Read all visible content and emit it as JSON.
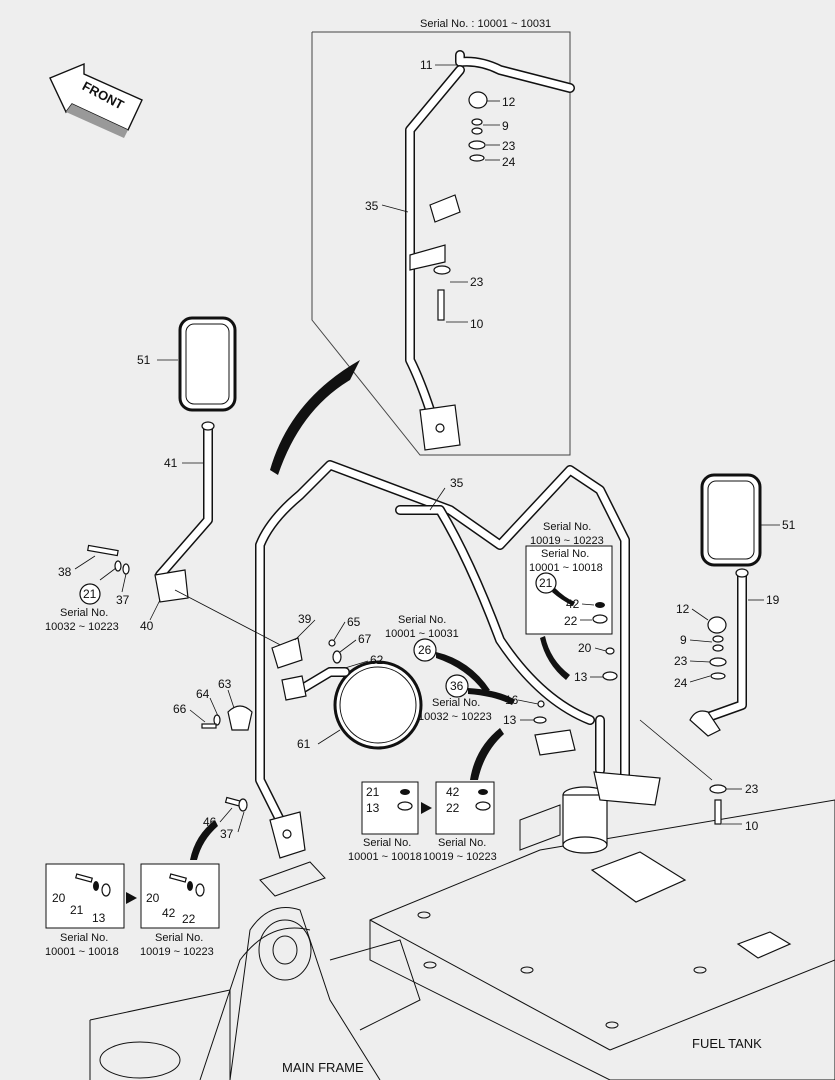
{
  "front_label": "FRONT",
  "inset": {
    "serial": "Serial No. : 10001 ~ 10031",
    "callouts": {
      "p11": "11",
      "p12": "12",
      "p9": "9",
      "p23a": "23",
      "p24": "24",
      "p35": "35",
      "p23b": "23",
      "p10": "10"
    }
  },
  "left": {
    "callouts": {
      "p51": "51",
      "p41": "41",
      "p38": "38",
      "p21": "21",
      "p37": "37",
      "p40": "40"
    },
    "serial_a": "Serial No.",
    "serial_b": "10032 ~ 10223"
  },
  "frame": {
    "callouts": {
      "p35": "35",
      "p39": "39",
      "p65": "65",
      "p67": "67",
      "p62": "62",
      "p64": "64",
      "p63": "63",
      "p66": "66",
      "p61": "61",
      "p46": "46",
      "p37": "37"
    }
  },
  "mid": {
    "serial_top_a": "Serial No.",
    "serial_top_b": "10001 ~ 10031",
    "c26": "26",
    "c36": "36",
    "p16": "16",
    "p13": "13",
    "serial_bot_a": "Serial No.",
    "serial_bot_b": "10032 ~ 10223"
  },
  "right_box": {
    "outer_a": "Serial No.",
    "outer_b": "10019 ~ 10223",
    "inner_a": "Serial No.",
    "inner_b": "10001 ~ 10018",
    "c21": "21",
    "p42": "42",
    "p22": "22"
  },
  "right": {
    "callouts": {
      "p51": "51",
      "p19": "19",
      "p12": "12",
      "p9": "9",
      "p23a": "23",
      "p24": "24",
      "p20": "20",
      "p13": "13",
      "p23b": "23",
      "p10": "10"
    }
  },
  "box_mid_left": {
    "p21": "21",
    "p13": "13",
    "serial_a": "Serial No.",
    "serial_b": "10001 ~ 10018"
  },
  "box_mid_right": {
    "p42": "42",
    "p22": "22",
    "serial_a": "Serial No.",
    "serial_b": "10019 ~ 10223"
  },
  "box_bot_left": {
    "p20": "20",
    "p21": "21",
    "p13": "13",
    "serial_a": "Serial No.",
    "serial_b": "10001 ~ 10018"
  },
  "box_bot_right": {
    "p20": "20",
    "p42": "42",
    "p22": "22",
    "serial_a": "Serial No.",
    "serial_b": "10019 ~ 10223"
  },
  "labels": {
    "main_frame": "MAIN FRAME",
    "fuel_tank": "FUEL TANK"
  }
}
